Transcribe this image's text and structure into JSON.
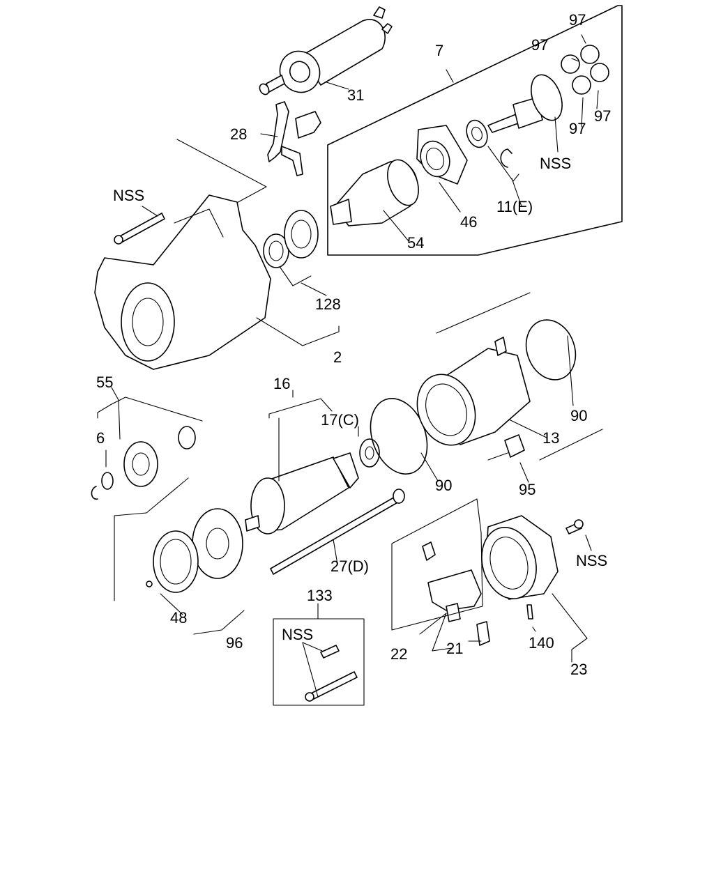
{
  "diagram": {
    "labels": {
      "p31": "31",
      "p7": "7",
      "p97a": "97",
      "p97b": "97",
      "p97c": "97",
      "p97d": "97",
      "nss_top": "NSS",
      "p28": "28",
      "nss_left": "NSS",
      "p11e": "11(E)",
      "p46": "46",
      "p54": "54",
      "p128": "128",
      "p2": "2",
      "p55": "55",
      "p16": "16",
      "p17c": "17(C)",
      "p6": "6",
      "p90a": "90",
      "p90b": "90",
      "p13": "13",
      "p95": "95",
      "p27d": "27(D)",
      "nss_right": "NSS",
      "p48": "48",
      "p96": "96",
      "p133": "133",
      "nss_box": "NSS",
      "p22": "22",
      "p21": "21",
      "p140": "140",
      "p23": "23"
    }
  }
}
